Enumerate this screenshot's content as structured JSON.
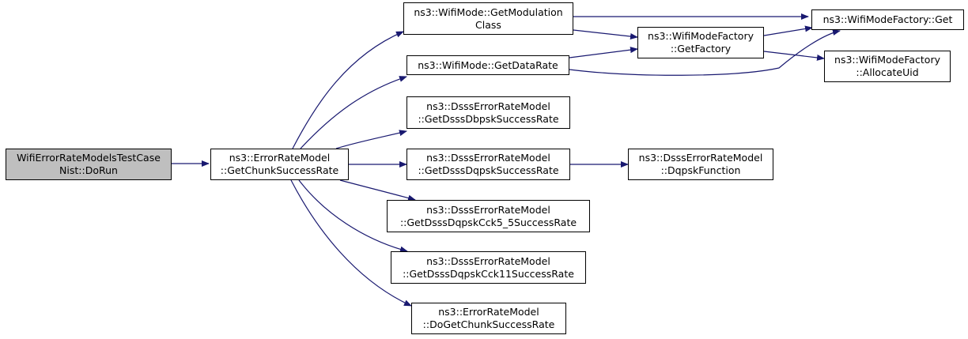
{
  "colors": {
    "edge": "#191970",
    "root_fill": "#bfbfbf",
    "node_fill": "#ffffff",
    "border": "#000000"
  },
  "nodes": {
    "root": {
      "line1": "WifiErrorRateModelsTestCase",
      "line2": "Nist::DoRun"
    },
    "get_chunk": {
      "line1": "ns3::ErrorRateModel",
      "line2": "::GetChunkSuccessRate"
    },
    "get_modulation_class": {
      "line1": "ns3::WifiMode::GetModulation",
      "line2": "Class"
    },
    "get_data_rate": {
      "line1": "ns3::WifiMode::GetDataRate"
    },
    "dbpsk": {
      "line1": "ns3::DsssErrorRateModel",
      "line2": "::GetDsssDbpskSuccessRate"
    },
    "dqpsk": {
      "line1": "ns3::DsssErrorRateModel",
      "line2": "::GetDsssDqpskSuccessRate"
    },
    "cck5": {
      "line1": "ns3::DsssErrorRateModel",
      "line2": "::GetDsssDqpskCck5_5SuccessRate"
    },
    "cck11": {
      "line1": "ns3::DsssErrorRateModel",
      "line2": "::GetDsssDqpskCck11SuccessRate"
    },
    "do_get_chunk": {
      "line1": "ns3::ErrorRateModel",
      "line2": "::DoGetChunkSuccessRate"
    },
    "get_factory": {
      "line1": "ns3::WifiModeFactory",
      "line2": "::GetFactory"
    },
    "dqpsk_function": {
      "line1": "ns3::DsssErrorRateModel",
      "line2": "::DqpskFunction"
    },
    "factory_get": {
      "line1": "ns3::WifiModeFactory::Get"
    },
    "allocate_uid": {
      "line1": "ns3::WifiModeFactory",
      "line2": "::AllocateUid"
    }
  }
}
